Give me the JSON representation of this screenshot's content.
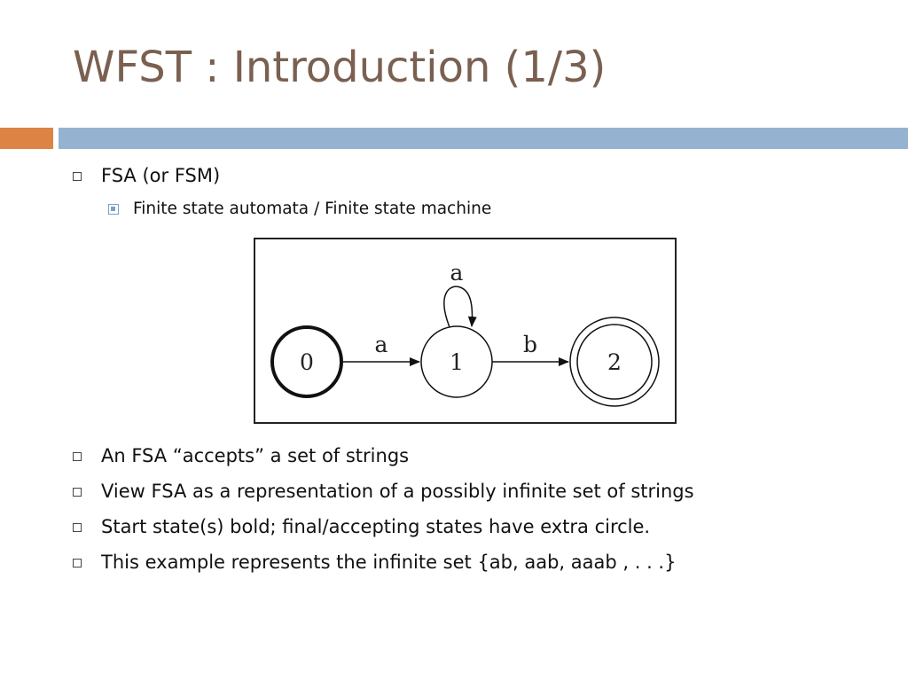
{
  "title": "WFST : Introduction (1/3)",
  "theme": {
    "title_color": "#7a6050",
    "accent_orange": "#dd8344",
    "accent_blue": "#95b3d1"
  },
  "bullets_top": [
    {
      "text": "FSA (or FSM)",
      "sub": [
        {
          "text": "Finite state automata  /  Finite state machine"
        }
      ]
    }
  ],
  "diagram": {
    "states": [
      {
        "label": "0",
        "role": "start"
      },
      {
        "label": "1",
        "role": "normal"
      },
      {
        "label": "2",
        "role": "final"
      }
    ],
    "edges": [
      {
        "from": "0",
        "to": "1",
        "label": "a"
      },
      {
        "from": "1",
        "to": "1",
        "label": "a"
      },
      {
        "from": "1",
        "to": "2",
        "label": "b"
      }
    ]
  },
  "bullets_bottom": [
    {
      "text": "An FSA “accepts” a set of strings"
    },
    {
      "text": "View FSA as a representation of a possibly infinite set of strings"
    },
    {
      "text": "Start state(s) bold; final/accepting states have extra circle."
    },
    {
      "text": "This example represents the infinite set {ab, aab, aaab , . . .}"
    }
  ]
}
